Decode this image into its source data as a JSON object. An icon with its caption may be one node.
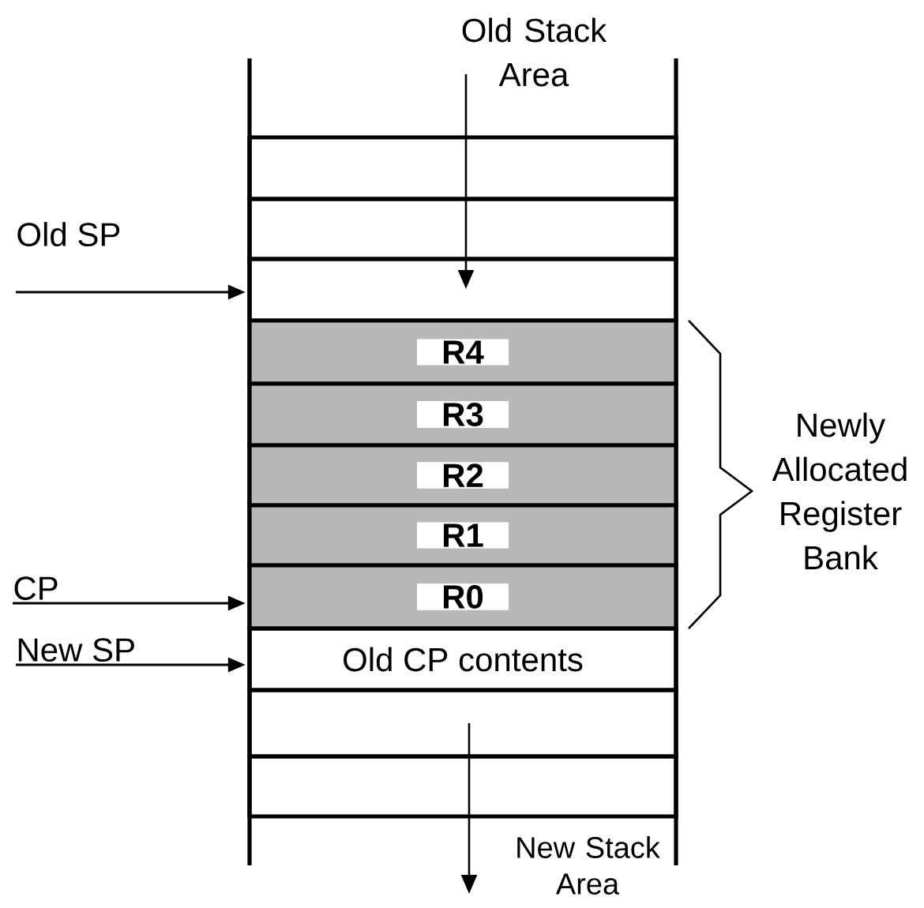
{
  "diagram": {
    "nodes": [
      {
        "text": [],
        "shape": "box"
      },
      {
        "text": [],
        "shape": "box"
      },
      {
        "text": [],
        "shape": "box"
      },
      {
        "text": [
          "R4"
        ]
      },
      {
        "text": [
          "R3"
        ]
      },
      {
        "text": [
          "R2"
        ]
      },
      {
        "text": [
          "R1"
        ]
      },
      {
        "text": [
          "R0"
        ]
      },
      {
        "text": [
          "Old CP contents"
        ]
      },
      {
        "text": [],
        "shape": "box"
      },
      {
        "text": [],
        "shape": "box"
      },
      {
        "text": [
          "Old SP"
        ]
      },
      {
        "text": [
          "CP"
        ]
      },
      {
        "text": [
          "New SP"
        ]
      }
    ],
    "edges": [
      {
        "from": 11,
        "to": 2,
        "arrow": "to"
      },
      {
        "from": 12,
        "to": 7,
        "arrow": "to"
      },
      {
        "from": 13,
        "to": 8,
        "arrow": "to"
      }
    ],
    "labels": [
      "Old Stack Area",
      "Newly Allocated Register Bank",
      "New Stack Area"
    ]
  }
}
